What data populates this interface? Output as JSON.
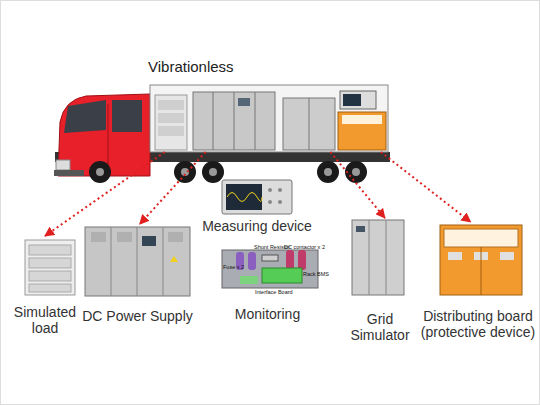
{
  "diagram": {
    "nodes": [
      {
        "text": [
          "Vibrationless"
        ]
      },
      {
        "text": [
          "Measuring device"
        ]
      },
      {
        "text": [
          "Simulated load"
        ]
      },
      {
        "text": [
          "DC Power Supply"
        ]
      },
      {
        "text": [
          "Monitoring"
        ]
      },
      {
        "text": [
          "Grid Simulator"
        ]
      },
      {
        "text": [
          "Distributing board (protective device)"
        ]
      }
    ],
    "edges": [
      {
        "from": 0,
        "to": 2,
        "arrow": "to"
      },
      {
        "from": 0,
        "to": 3,
        "arrow": "to"
      },
      {
        "from": 0,
        "to": 5,
        "arrow": "to"
      },
      {
        "from": 0,
        "to": 6,
        "arrow": "to"
      }
    ],
    "labels": [
      "Shunt Resistor",
      "DC contactor x 2",
      "Fuse x 2",
      "Rack BMS",
      "Interface Board"
    ]
  }
}
